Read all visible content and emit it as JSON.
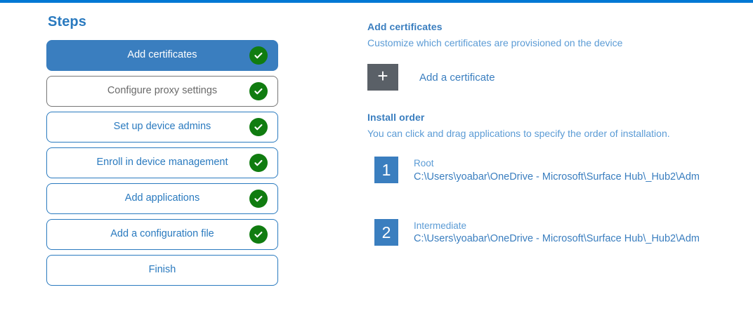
{
  "accent_color": "#0078d4",
  "steps_panel": {
    "title": "Steps",
    "items": [
      {
        "label": "Add certificates",
        "state": "active",
        "completed": true
      },
      {
        "label": "Configure proxy settings",
        "state": "muted",
        "completed": true
      },
      {
        "label": "Set up device admins",
        "state": "default",
        "completed": true
      },
      {
        "label": "Enroll in device management",
        "state": "default",
        "completed": true
      },
      {
        "label": "Add applications",
        "state": "default",
        "completed": true
      },
      {
        "label": "Add a configuration file",
        "state": "default",
        "completed": true
      },
      {
        "label": "Finish",
        "state": "default",
        "completed": false
      }
    ]
  },
  "detail_panel": {
    "certificates": {
      "heading": "Add certificates",
      "subtext": "Customize which certificates are provisioned on the device",
      "add_button_glyph": "+",
      "add_button_label": "Add a certificate"
    },
    "install_order": {
      "heading": "Install order",
      "subtext": "You can click and drag applications to specify the order of installation.",
      "items": [
        {
          "number": "1",
          "name": "Root",
          "path": "C:\\Users\\yoabar\\OneDrive - Microsoft\\Surface Hub\\_Hub2\\Adm"
        },
        {
          "number": "2",
          "name": "Intermediate",
          "path": "C:\\Users\\yoabar\\OneDrive - Microsoft\\Surface Hub\\_Hub2\\Adm"
        }
      ]
    }
  }
}
